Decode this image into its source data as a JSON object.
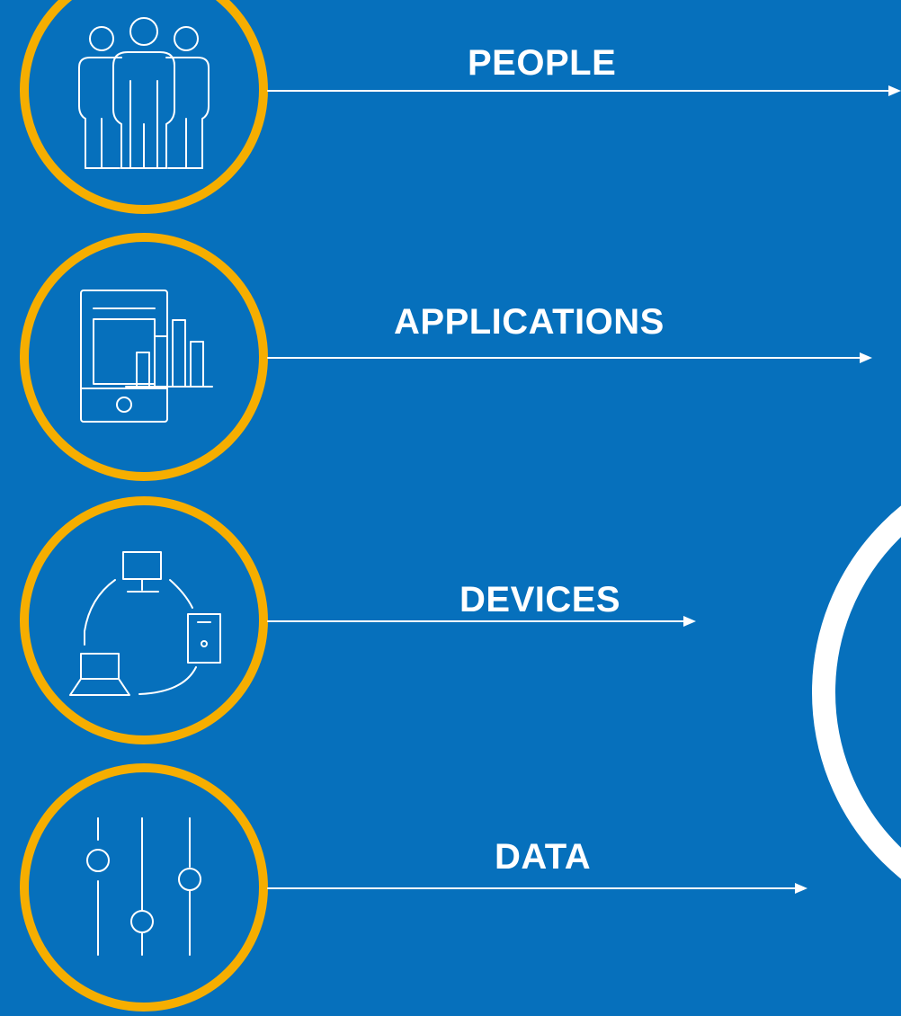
{
  "items": [
    {
      "label": "PEOPLE",
      "icon": "people-icon"
    },
    {
      "label": "APPLICATIONS",
      "icon": "tablet-chart-icon"
    },
    {
      "label": "DEVICES",
      "icon": "device-network-icon"
    },
    {
      "label": "DATA",
      "icon": "sliders-icon"
    }
  ],
  "colors": {
    "background": "#0670bc",
    "ring": "#f6ae00",
    "line": "#ffffff"
  }
}
